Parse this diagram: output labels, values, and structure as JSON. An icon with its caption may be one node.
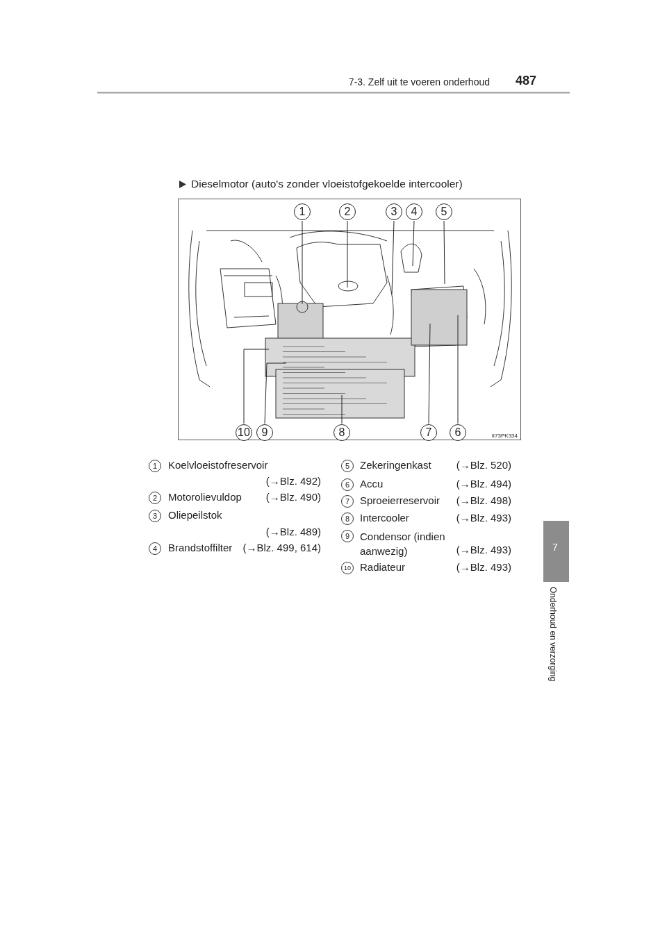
{
  "diagram": {
    "title": "Dieselmotor (auto's zonder vloeistofgekoelde intercooler)",
    "nodes": [
      {
        "text": [
          "1"
        ]
      },
      {
        "text": [
          "2"
        ]
      },
      {
        "text": [
          "3"
        ]
      },
      {
        "text": [
          "4"
        ]
      },
      {
        "text": [
          "5"
        ]
      },
      {
        "text": [
          "10"
        ]
      },
      {
        "text": [
          "9"
        ]
      },
      {
        "text": [
          "8"
        ]
      },
      {
        "text": [
          "7"
        ]
      },
      {
        "text": [
          "6"
        ]
      }
    ],
    "edges": [
      {
        "from": 0,
        "to": null,
        "arrow": "none"
      },
      {
        "from": 1,
        "to": null,
        "arrow": "none"
      },
      {
        "from": 2,
        "to": null,
        "arrow": "none"
      },
      {
        "from": 3,
        "to": null,
        "arrow": "none"
      },
      {
        "from": 4,
        "to": null,
        "arrow": "none"
      },
      {
        "from": 5,
        "to": null,
        "arrow": "none"
      },
      {
        "from": 6,
        "to": null,
        "arrow": "none"
      },
      {
        "from": 7,
        "to": null,
        "arrow": "none"
      },
      {
        "from": 8,
        "to": null,
        "arrow": "none"
      },
      {
        "from": 9,
        "to": null,
        "arrow": "none"
      }
    ],
    "labels": [
      "7-3. Zelf uit te voeren onderhoud",
      "487",
      "7",
      "Onderhoud en verzorging",
      "II73PK334",
      "1",
      "Koelvloeistofreservoir",
      "(→Blz. 492)",
      "2",
      "Motorolievuldop",
      "(→Blz. 490)",
      "3",
      "Oliepeilstok",
      "(→Blz. 489)",
      "4",
      "Brandstoffilter",
      "(→Blz. 499, 614)",
      "5",
      "Zekeringenkast",
      "(→Blz. 520)",
      "6",
      "Accu",
      "(→Blz. 494)",
      "7",
      "Sproeierreservoir",
      "(→Blz. 498)",
      "8",
      "Intercooler",
      "(→Blz. 493)",
      "9",
      "Condensor (indien aanwezig)",
      "(→Blz. 493)",
      "10",
      "Radiateur",
      "(→Blz. 493)"
    ]
  }
}
